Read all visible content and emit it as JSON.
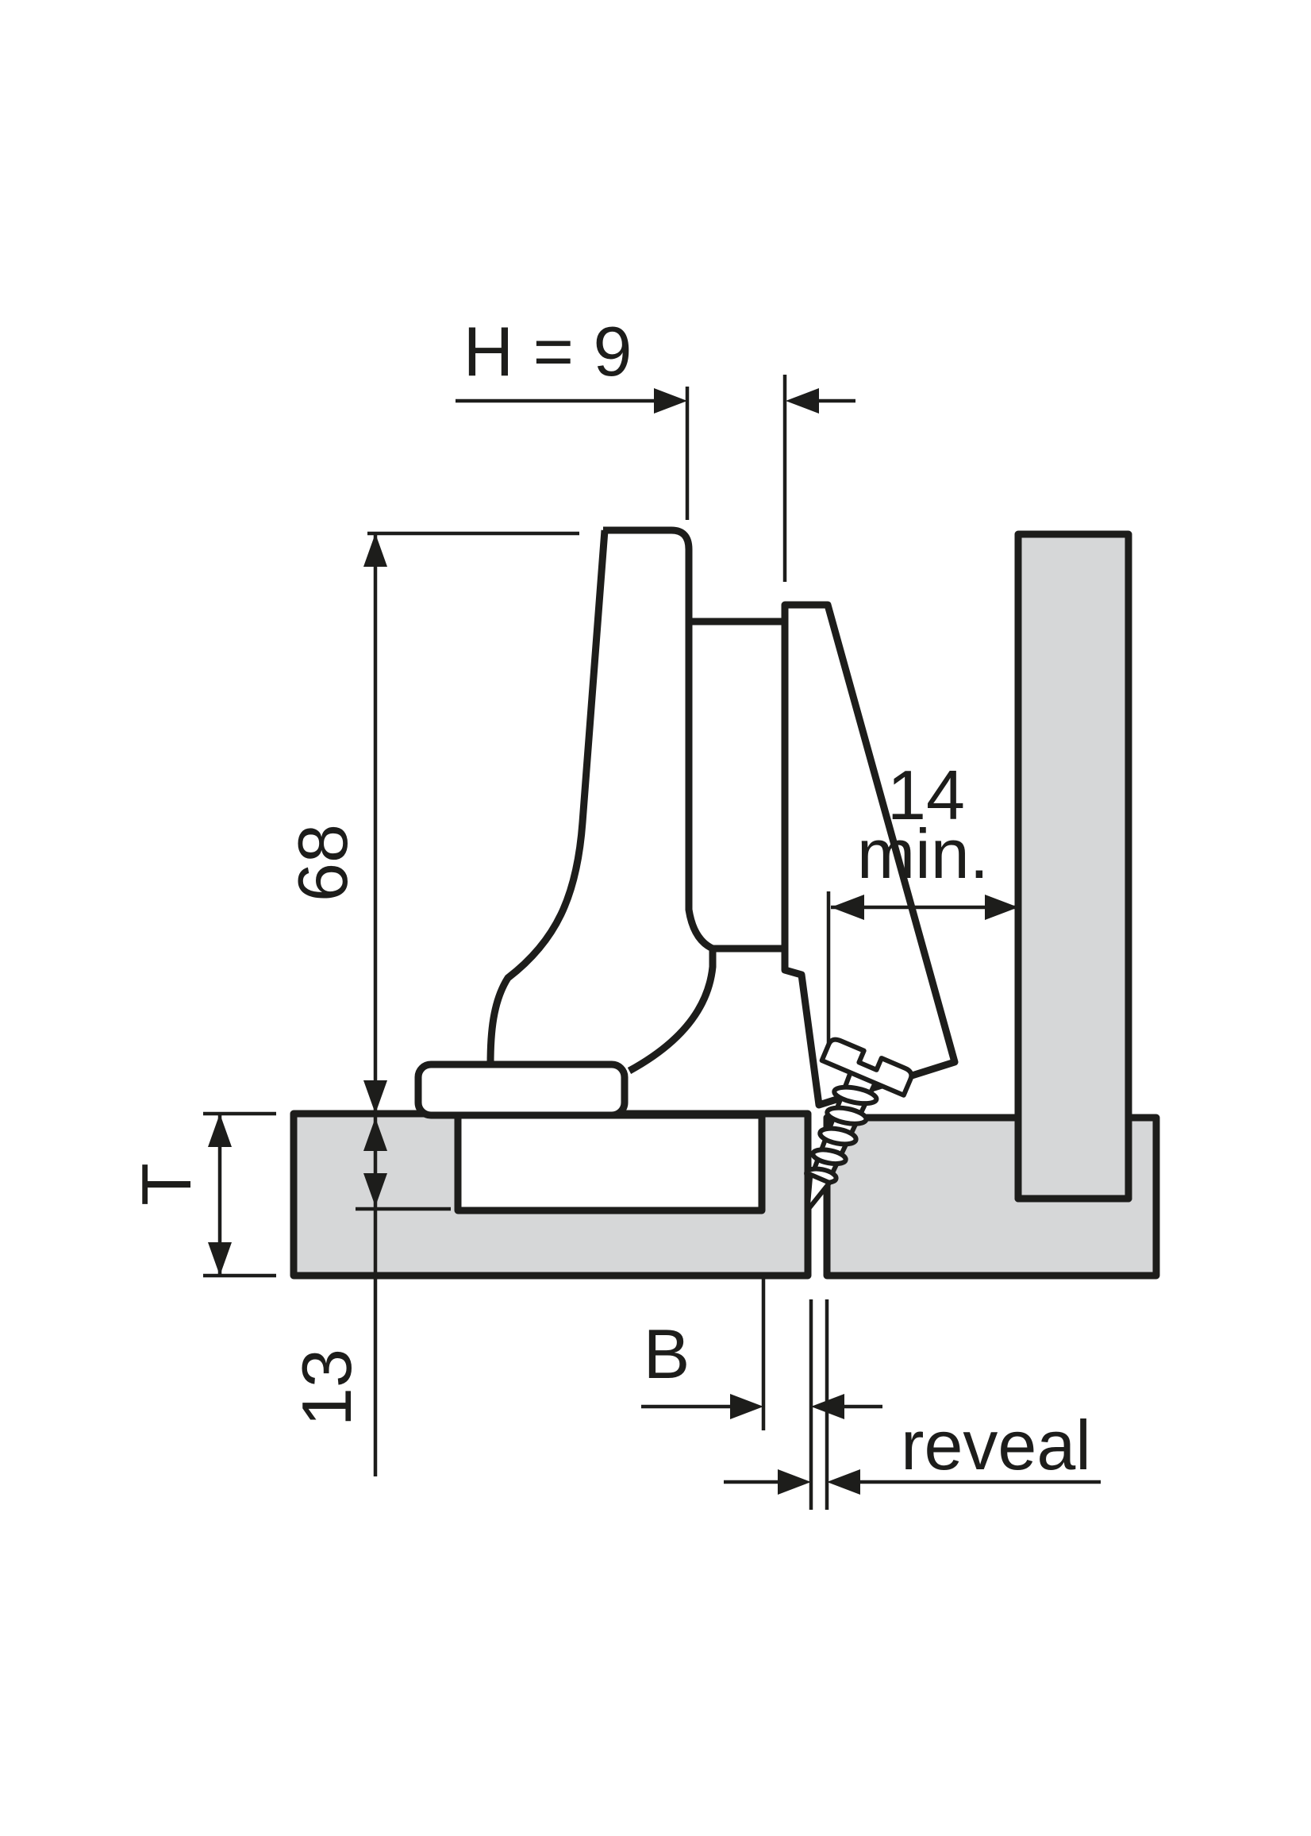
{
  "labels": {
    "h_dimension": "H = 9",
    "arm_height": "68",
    "min_clearance_value": "14",
    "min_clearance_unit": "min.",
    "door_thickness": "T",
    "drilling_depth": "13",
    "edge_distance": "B",
    "reveal": "reveal"
  },
  "colors": {
    "line": "#1d1d1b",
    "panel-fill": "#d6d7d8",
    "background": "#ffffff"
  }
}
